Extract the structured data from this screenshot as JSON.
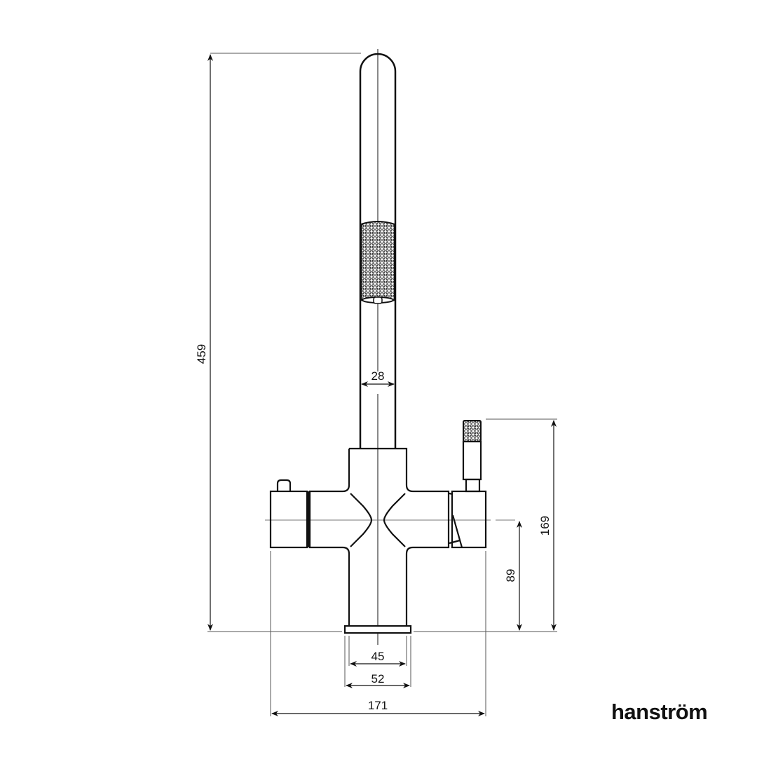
{
  "drawing": {
    "subject": "kitchen faucet technical drawing",
    "units": "mm",
    "colors": {
      "line": "#111111",
      "dimension_line": "#444444",
      "background": "#ffffff"
    }
  },
  "dimensions": {
    "total_height": "459",
    "spout_diameter": "28",
    "lever_height": "169",
    "body_center_height": "89",
    "base_inner_width": "45",
    "base_outer_width": "52",
    "total_width": "171"
  },
  "brand": {
    "logo_text": "hanström"
  }
}
